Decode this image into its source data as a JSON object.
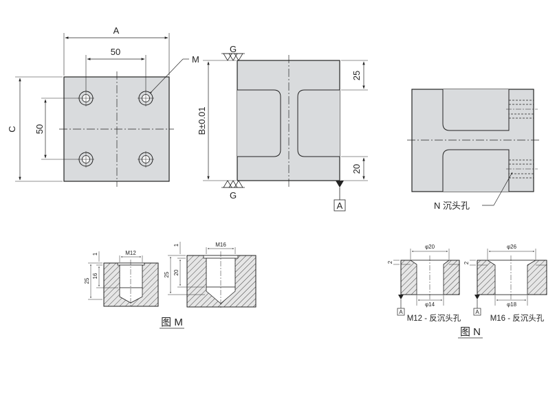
{
  "labels": {
    "dim_A": "A",
    "dim_C": "C",
    "dim_B": "B±0.01",
    "dim_50_h": "50",
    "dim_50_v": "50",
    "dim_25_top": "25",
    "dim_20_bottom": "20",
    "leader_M": "M",
    "surface_G_top": "G",
    "surface_G_bottom": "G",
    "datum_A": "A",
    "leader_N": "N 沉头孔",
    "m12_thread": "M12",
    "m16_thread": "M16",
    "m12_depth_1": "1",
    "m12_depth_16": "16",
    "m12_depth_25": "25",
    "m16_depth_1": "1",
    "m16_depth_20": "20",
    "m16_depth_25": "25",
    "figure_M": "图 M",
    "n_dia_20": "φ20",
    "n_dia_14": "φ14",
    "n_dia_26": "φ26",
    "n_dia_18": "φ18",
    "n_depth_2_left": "2",
    "n_depth_2_right": "2",
    "n_datum_left": "A",
    "n_datum_right": "A",
    "n_caption_m12": "M12 - 反沉头孔",
    "n_caption_m16": "M16 - 反沉头孔",
    "figure_N": "图 N"
  },
  "colors": {
    "line": "#222222",
    "part_fill": "#d9dbdd",
    "hatch_bg": "#e4e4e4"
  }
}
